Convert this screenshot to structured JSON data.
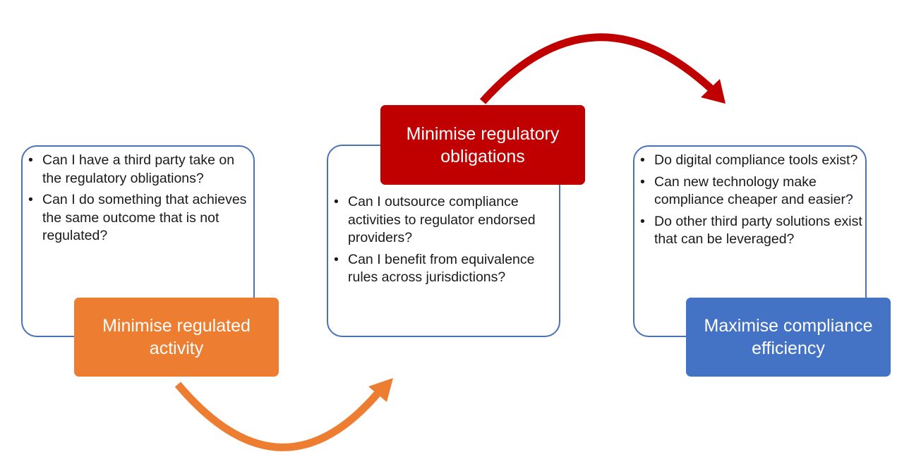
{
  "stages": [
    {
      "label": "Minimise regulated activity",
      "color": "#ed7d31",
      "questions": [
        "Can I have a third party take on the regulatory obligations?",
        "Can I do something that achieves the same outcome that is not regulated?"
      ]
    },
    {
      "label": "Minimise regulatory obligations",
      "color": "#c00000",
      "questions": [
        "Can I outsource compliance activities to regulator endorsed providers?",
        "Can I benefit from equivalence rules across jurisdictions?"
      ]
    },
    {
      "label": "Maximise compliance efficiency",
      "color": "#4472c4",
      "questions": [
        "Do digital compliance tools exist?",
        "Can new technology make compliance cheaper and easier?",
        "Do other third party solutions exist that can be leveraged?"
      ]
    }
  ],
  "card_border_color": "#4a72b8",
  "bullet_char": "•"
}
